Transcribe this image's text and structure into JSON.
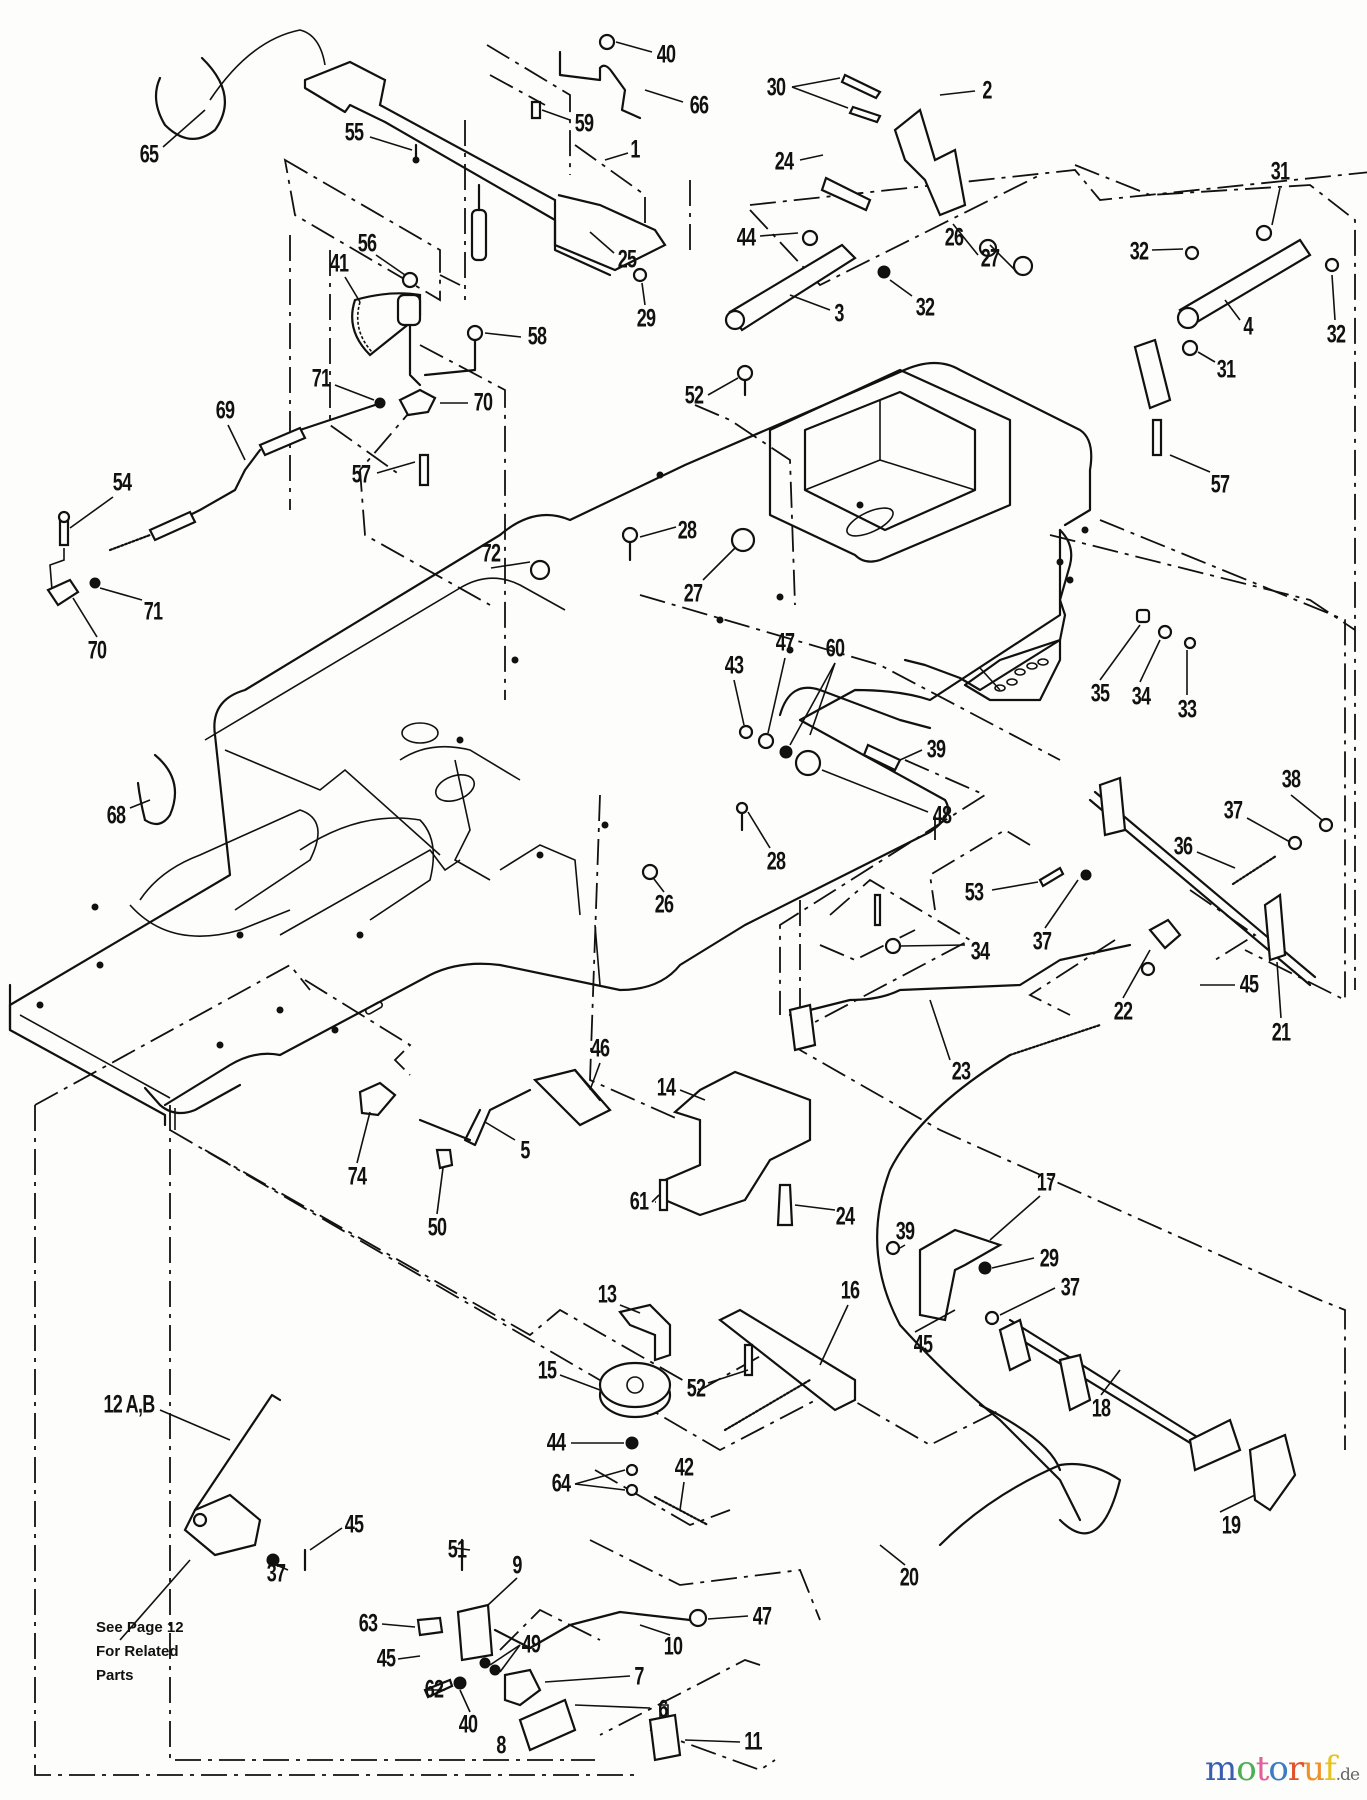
{
  "diagram": {
    "title": "Mower frame, brake and clutch linkage exploded parts view",
    "callouts": [
      {
        "id": "c65",
        "text": "65"
      },
      {
        "id": "c55",
        "text": "55"
      },
      {
        "id": "c40a",
        "text": "40"
      },
      {
        "id": "c59",
        "text": "59"
      },
      {
        "id": "c66",
        "text": "66"
      },
      {
        "id": "c1",
        "text": "1"
      },
      {
        "id": "c25",
        "text": "25"
      },
      {
        "id": "c29a",
        "text": "29"
      },
      {
        "id": "c56",
        "text": "56"
      },
      {
        "id": "c41",
        "text": "41"
      },
      {
        "id": "c58",
        "text": "58"
      },
      {
        "id": "c71a",
        "text": "71"
      },
      {
        "id": "c70a",
        "text": "70"
      },
      {
        "id": "c69",
        "text": "69"
      },
      {
        "id": "c57a",
        "text": "57"
      },
      {
        "id": "c54",
        "text": "54"
      },
      {
        "id": "c71b",
        "text": "71"
      },
      {
        "id": "c70b",
        "text": "70"
      },
      {
        "id": "c30",
        "text": "30"
      },
      {
        "id": "c2",
        "text": "2"
      },
      {
        "id": "c24a",
        "text": "24"
      },
      {
        "id": "c26a",
        "text": "26"
      },
      {
        "id": "c27a",
        "text": "27"
      },
      {
        "id": "c44a",
        "text": "44"
      },
      {
        "id": "c3",
        "text": "3"
      },
      {
        "id": "c32a",
        "text": "32"
      },
      {
        "id": "c31a",
        "text": "31"
      },
      {
        "id": "c32b",
        "text": "32"
      },
      {
        "id": "c4",
        "text": "4"
      },
      {
        "id": "c32c",
        "text": "32"
      },
      {
        "id": "c31b",
        "text": "31"
      },
      {
        "id": "c57b",
        "text": "57"
      },
      {
        "id": "c52a",
        "text": "52"
      },
      {
        "id": "c28a",
        "text": "28"
      },
      {
        "id": "c27b",
        "text": "27"
      },
      {
        "id": "c72",
        "text": "72"
      },
      {
        "id": "c35",
        "text": "35"
      },
      {
        "id": "c34a",
        "text": "34"
      },
      {
        "id": "c33",
        "text": "33"
      },
      {
        "id": "c43",
        "text": "43"
      },
      {
        "id": "c47a",
        "text": "47"
      },
      {
        "id": "c60",
        "text": "60"
      },
      {
        "id": "c39a",
        "text": "39"
      },
      {
        "id": "c48",
        "text": "48"
      },
      {
        "id": "c68",
        "text": "68"
      },
      {
        "id": "c28b",
        "text": "28"
      },
      {
        "id": "c26b",
        "text": "26"
      },
      {
        "id": "c38",
        "text": "38"
      },
      {
        "id": "c37a",
        "text": "37"
      },
      {
        "id": "c36",
        "text": "36"
      },
      {
        "id": "c53",
        "text": "53"
      },
      {
        "id": "c37b",
        "text": "37"
      },
      {
        "id": "c34b",
        "text": "34"
      },
      {
        "id": "c22",
        "text": "22"
      },
      {
        "id": "c45a",
        "text": "45"
      },
      {
        "id": "c21",
        "text": "21"
      },
      {
        "id": "c23",
        "text": "23"
      },
      {
        "id": "c46",
        "text": "46"
      },
      {
        "id": "c14",
        "text": "14"
      },
      {
        "id": "c5",
        "text": "5"
      },
      {
        "id": "c74",
        "text": "74"
      },
      {
        "id": "c50",
        "text": "50"
      },
      {
        "id": "c61",
        "text": "61"
      },
      {
        "id": "c24b",
        "text": "24"
      },
      {
        "id": "c17",
        "text": "17"
      },
      {
        "id": "c39b",
        "text": "39"
      },
      {
        "id": "c29b",
        "text": "29"
      },
      {
        "id": "c37c",
        "text": "37"
      },
      {
        "id": "c13",
        "text": "13"
      },
      {
        "id": "c16",
        "text": "16"
      },
      {
        "id": "c45b",
        "text": "45"
      },
      {
        "id": "c52b",
        "text": "52"
      },
      {
        "id": "c15",
        "text": "15"
      },
      {
        "id": "c18",
        "text": "18"
      },
      {
        "id": "c12",
        "text": "12 A,B"
      },
      {
        "id": "c44b",
        "text": "44"
      },
      {
        "id": "c64",
        "text": "64"
      },
      {
        "id": "c42",
        "text": "42"
      },
      {
        "id": "c19",
        "text": "19"
      },
      {
        "id": "c45c",
        "text": "45"
      },
      {
        "id": "c51",
        "text": "51"
      },
      {
        "id": "c9",
        "text": "9"
      },
      {
        "id": "c20",
        "text": "20"
      },
      {
        "id": "c37d",
        "text": "37"
      },
      {
        "id": "c63",
        "text": "63"
      },
      {
        "id": "c47b",
        "text": "47"
      },
      {
        "id": "c10",
        "text": "10"
      },
      {
        "id": "c49",
        "text": "49"
      },
      {
        "id": "c45d",
        "text": "45"
      },
      {
        "id": "c62",
        "text": "62"
      },
      {
        "id": "c7",
        "text": "7"
      },
      {
        "id": "c40b",
        "text": "40"
      },
      {
        "id": "c6",
        "text": "6"
      },
      {
        "id": "c8",
        "text": "8"
      },
      {
        "id": "c11",
        "text": "11"
      }
    ],
    "note_lines": [
      "See Page 12",
      "For Related",
      "Parts"
    ]
  },
  "watermark": {
    "letters": [
      {
        "ch": "m",
        "color": "#3b5fb0"
      },
      {
        "ch": "o",
        "color": "#4caf50"
      },
      {
        "ch": "t",
        "color": "#e0609a"
      },
      {
        "ch": "o",
        "color": "#3b7cc7"
      },
      {
        "ch": "r",
        "color": "#e0532e"
      },
      {
        "ch": "u",
        "color": "#f0902a"
      },
      {
        "ch": "f",
        "color": "#e8c21e"
      }
    ],
    "tld": ".de"
  }
}
